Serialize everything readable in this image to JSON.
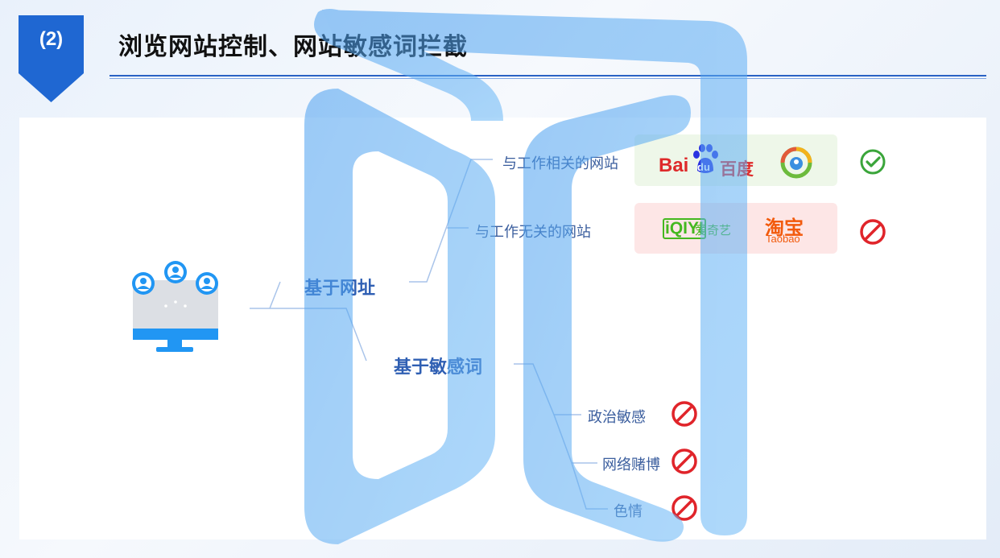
{
  "header": {
    "badge": "(2)",
    "title": "浏览网站控制、网站敏感词拦截"
  },
  "diagram": {
    "root_icon": "monitor-with-users-icon",
    "branches": [
      {
        "label": "基于网址",
        "children": [
          {
            "label": "与工作相关的网站",
            "logos": [
              "Bai du 百度",
              "green-app-logo"
            ],
            "status_icon": "check-circle-icon"
          },
          {
            "label": "与工作无关的网站",
            "logos": [
              "iQIYI 爱奇艺",
              "淘宝 Taobao"
            ],
            "status_icon": "prohibited-icon"
          }
        ]
      },
      {
        "label": "基于敏感词",
        "children": [
          {
            "label": "政治敏感",
            "status_icon": "prohibited-icon"
          },
          {
            "label": "网络赌博",
            "status_icon": "prohibited-icon"
          },
          {
            "label": "色情",
            "status_icon": "prohibited-icon"
          }
        ]
      }
    ]
  },
  "logos": {
    "baidu_bai": "Bai",
    "baidu_du": "du",
    "baidu_cn": "百度",
    "iqiyi": "iQIYI",
    "iqiyi_cn": "爱奇艺",
    "taobao_cn": "淘宝",
    "taobao_en": "Taobao"
  },
  "colors": {
    "accent": "#1f67d2",
    "check": "#3aa53a",
    "prohibited": "#e0242a",
    "watermark": "#5aa9f0"
  }
}
